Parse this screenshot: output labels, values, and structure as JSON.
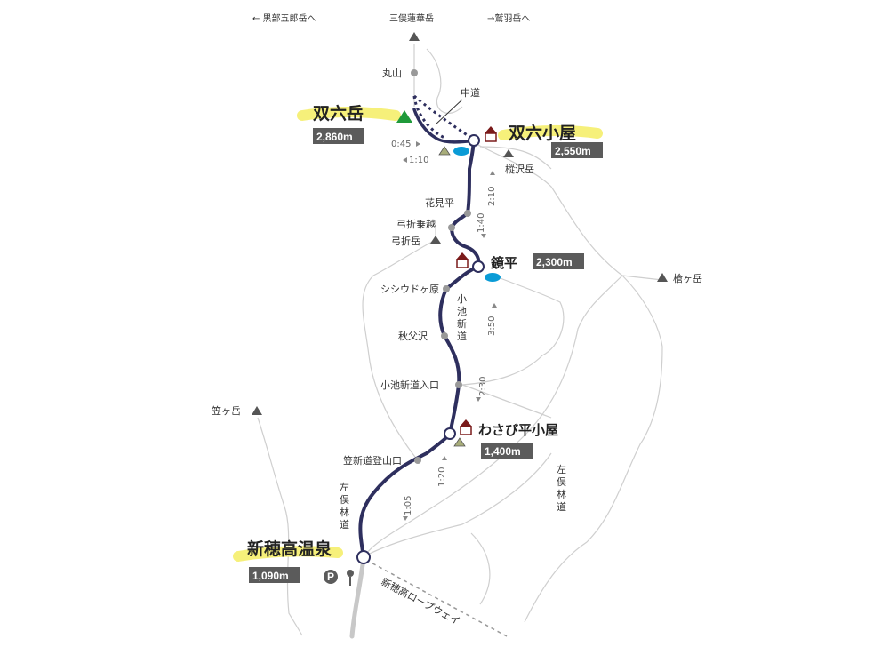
{
  "nav": {
    "left": "← 黒部五郎岳へ",
    "center": "三俣蓮華岳",
    "right": "→鷲羽岳へ"
  },
  "places": {
    "sugoroku_dake": {
      "name": "双六岳",
      "elev": "2,860m"
    },
    "sugoroku_goya": {
      "name": "双六小屋",
      "elev": "2,550m"
    },
    "kagamidaira": {
      "name": "鏡平",
      "elev": "2,300m"
    },
    "wasabidaira": {
      "name": "わさび平小屋",
      "elev": "1,400m"
    },
    "shinhotaka": {
      "name": "新穂高温泉",
      "elev": "1,090m"
    }
  },
  "labels": {
    "maruyama": "丸山",
    "nakamichi": "中道",
    "kashiwazawa": "樅沢岳",
    "hanamidaira": "花見平",
    "yumiori_nori": "弓折乗越",
    "yumiori_dake": "弓折岳",
    "yari": "槍ヶ岳",
    "shishiu": "シシウドヶ原",
    "koike_road": "小池新道",
    "chichibu": "秋父沢",
    "koike_entrance": "小池新道入口",
    "kasa": "笠ヶ岳",
    "kasa_trailhead": "笠新道登山口",
    "sabo_road_left": "左俣林道",
    "sabo_road_right": "左俣林道",
    "ropeway": "新穂高ロープウェイ"
  },
  "times": {
    "t045": "0:45",
    "t110": "1:10",
    "t210": "2:10",
    "t140": "1:40",
    "t350": "3:50",
    "t230": "2:30",
    "t120": "1:20",
    "t105": "1:05"
  },
  "icons": {
    "parking": "P",
    "summit_marker": "green-triangle-icon",
    "hut": "hut-icon",
    "campsite": "tent-icon",
    "water": "water-icon",
    "toilet": "toilet-icon"
  },
  "colors": {
    "trail": "#2e2f5e",
    "badge": "#5b5b5b",
    "highlight": "#f6f07a",
    "hut_roof": "#7a1a1a",
    "summit": "#1f9a3a",
    "water": "#0a9bd6",
    "tent": "#a8ad7a",
    "road": "#cccccc"
  }
}
